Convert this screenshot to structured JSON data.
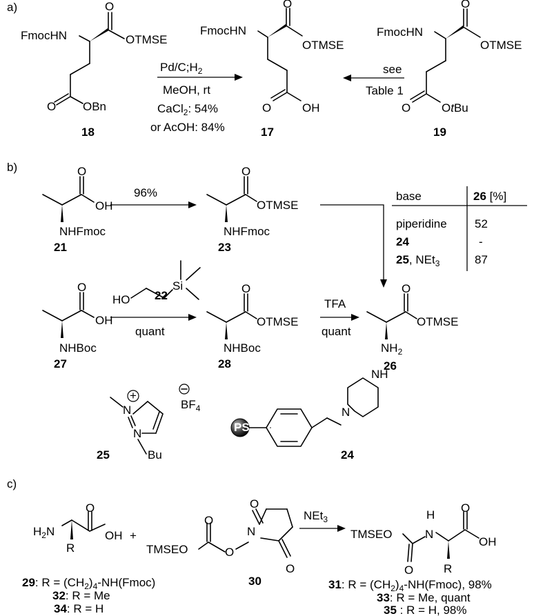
{
  "sections": {
    "a": "a)",
    "b": "b)",
    "c": "c)"
  },
  "part_a": {
    "cmp18": {
      "nh": "FmocHN",
      "ester": "OTMSE",
      "side": "OBn",
      "label": "18"
    },
    "cmp17": {
      "nh": "FmocHN",
      "ester": "OTMSE",
      "side": "OH",
      "label": "17"
    },
    "cmp19": {
      "nh": "FmocHN",
      "ester": "OTMSE",
      "side_o": "O",
      "side_t": "t",
      "side_bu": "Bu",
      "label": "19"
    },
    "cond_left": {
      "line1_a": "Pd/C;H",
      "line1_sub": "2",
      "line2": "MeOH, rt",
      "line3_a": "CaCl",
      "line3_sub": "2",
      "line3_b": ": 54%",
      "line4": "or AcOH: 84%"
    },
    "cond_right": {
      "line1": "see",
      "line2": "Table  1"
    },
    "oxygen": "O"
  },
  "part_b": {
    "cmp21": {
      "oh": "OH",
      "nh": "NHFmoc",
      "label": "21"
    },
    "cmp23": {
      "ester": "OTMSE",
      "nh": "NHFmoc",
      "label": "23"
    },
    "cmp27": {
      "oh": "OH",
      "nh": "NHBoc",
      "label": "27"
    },
    "cmp28": {
      "ester": "OTMSE",
      "nh": "NHBoc",
      "label": "28"
    },
    "cmp26": {
      "ester": "OTMSE",
      "nh": "NH",
      "nh_sub": "2",
      "label": "26"
    },
    "cmp22": {
      "ho": "HO",
      "si": "Si",
      "label": "22"
    },
    "cmp25": {
      "n_top": "N",
      "n_bottom": "N",
      "plus": "+",
      "minus": "−",
      "bf": "BF",
      "bf_sub": "4",
      "bu": "Bu",
      "label": "25"
    },
    "cmp24": {
      "ps": "PS",
      "n": "N",
      "nh": "NH",
      "label": "24"
    },
    "arrow_21_23": "96%",
    "arrow_27_28": "quant",
    "arrow_28_26_top": "TFA",
    "arrow_28_26_bottom": "quant",
    "table": {
      "col1": "base",
      "col2_bold": "26",
      "col2_rest": " [%]",
      "rows": [
        {
          "base": "piperidine",
          "base_bold": "",
          "base_rest": "",
          "value": "52"
        },
        {
          "base": "",
          "base_bold": "24",
          "base_rest": "",
          "value": "-"
        },
        {
          "base": "",
          "base_bold": "25",
          "base_rest": ", NEt",
          "base_sub": "3",
          "value": "87"
        }
      ]
    },
    "oxygen": "O"
  },
  "part_c": {
    "cmp29_32_34": {
      "h2n_a": "H",
      "h2n_sub": "2",
      "h2n_b": "N",
      "oh": "OH",
      "r": "R",
      "o": "O"
    },
    "plus": "+",
    "cmp30": {
      "tmseo": "TMSEO",
      "o_link": "O",
      "n": "N",
      "o_top": "O",
      "o_bottom": "O",
      "o_carbonyl": "O",
      "label": "30"
    },
    "arrow_top_a": "NEt",
    "arrow_top_sub": "3",
    "cmp31": {
      "tmseo": "TMSEO",
      "n": "N",
      "h": "H",
      "oh": "OH",
      "r": "R",
      "o_carb": "O",
      "o_acid": "O"
    },
    "legend_left": [
      {
        "bold": "29",
        "rest_a": ": R = (CH",
        "sub": "2",
        "rest_b": ")",
        "sub2": "4",
        "rest_c": "-NH(Fmoc)"
      },
      {
        "bold": "32",
        "rest_a": ": R = Me"
      },
      {
        "bold": "34",
        "rest_a": ": R = H"
      }
    ],
    "legend_right": [
      {
        "bold": "31",
        "rest_a": ": R = (CH",
        "sub": "2",
        "rest_b": ")",
        "sub2": "4",
        "rest_c": "-NH(Fmoc), 98%"
      },
      {
        "bold": "33",
        "rest_a": ": R = Me, quant"
      },
      {
        "bold": "35",
        "rest_a": " : R = H, 98%"
      }
    ]
  }
}
